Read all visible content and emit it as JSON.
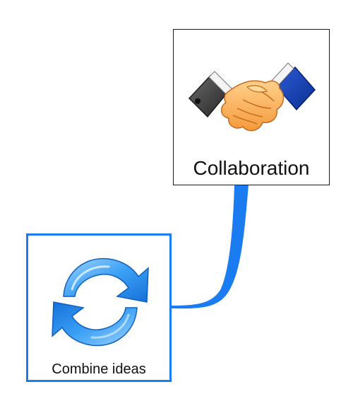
{
  "nodes": {
    "collaboration": {
      "label": "Collaboration",
      "icon": "handshake-icon",
      "border_color": "#1a1a1a"
    },
    "combine_ideas": {
      "label": "Combine ideas",
      "icon": "refresh-arrows-icon",
      "border_color": "#1a7cf0"
    }
  },
  "connector": {
    "from": "Combine ideas",
    "to": "Collaboration",
    "color": "#1a7cf0"
  }
}
